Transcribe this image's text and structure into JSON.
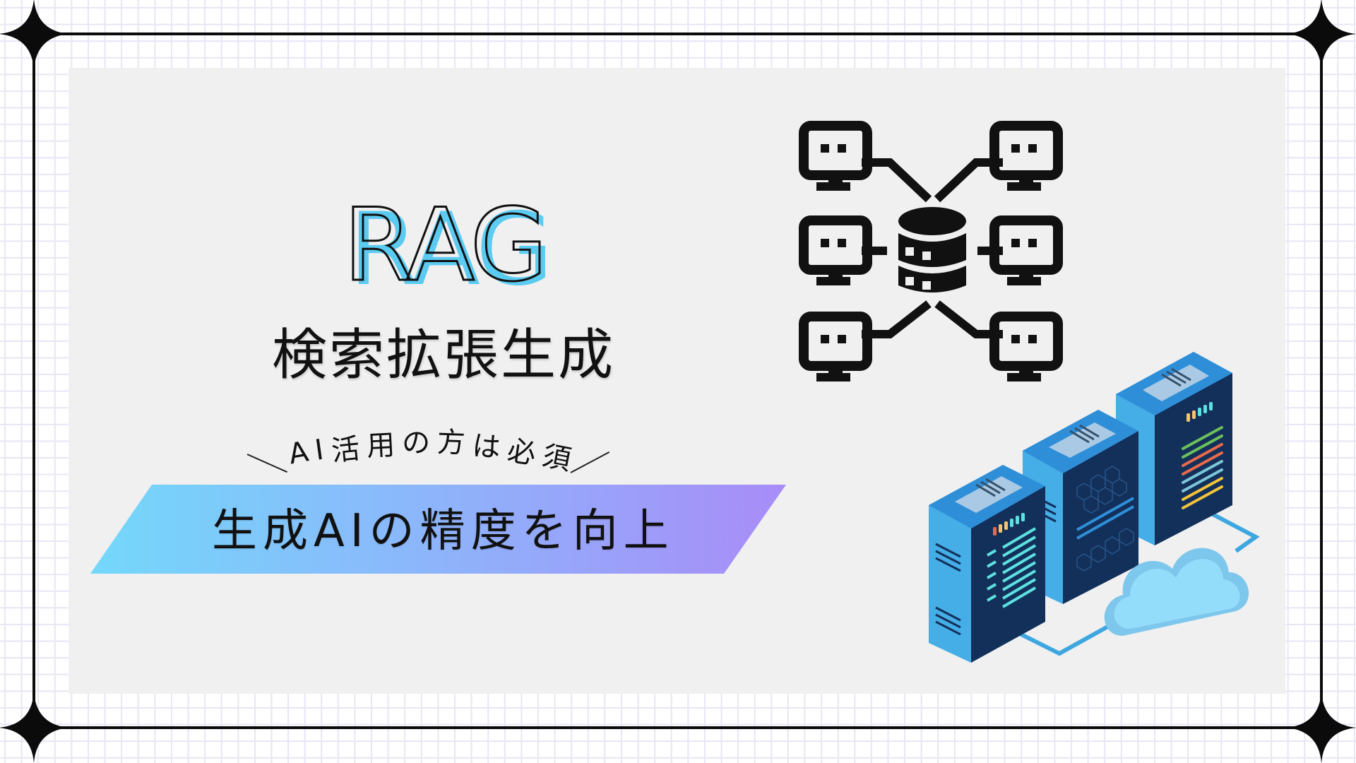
{
  "title": {
    "acronym": "RAG",
    "subtitle": "検索拡張生成"
  },
  "tagline": {
    "text": "AI活用の方は必須",
    "chars": [
      "A",
      "I",
      "活",
      "用",
      "の",
      "方",
      "は",
      "必",
      "須"
    ]
  },
  "banner": {
    "text": "生成AIの精度を向上",
    "gradient_start": "#73D8FA",
    "gradient_end": "#A88CF8"
  },
  "colors": {
    "panel_bg": "#F1F0F0",
    "grid_line": "#E6E6F6",
    "frame": "#0B0B0B",
    "rag_fill": "#5CCBF2",
    "text": "#111111",
    "server_dark": "#13305A",
    "server_mid": "#2E8FD8",
    "server_light": "#45AEE6",
    "cloud": "#8ED8F8"
  },
  "icons": {
    "network": "database-network-icon",
    "servers": "server-rack-cloud-illustration",
    "corners": "four-point-star-icon"
  }
}
